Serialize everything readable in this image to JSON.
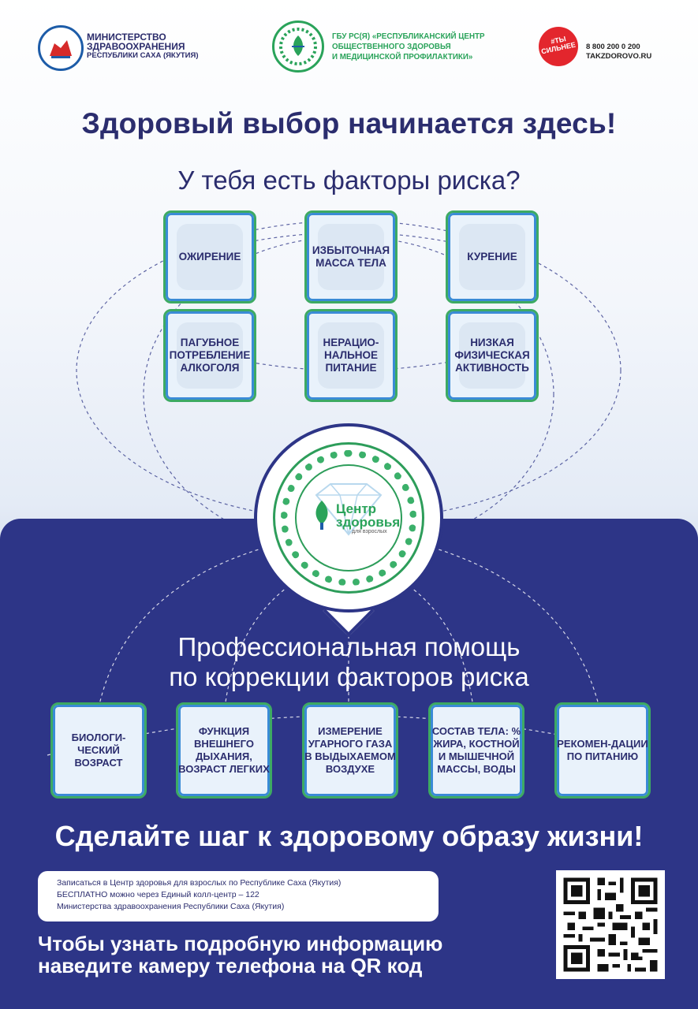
{
  "header": {
    "ministry_line1": "МИНИСТЕРСТВО",
    "ministry_line2": "ЗДРАВООХРАНЕНИЯ",
    "ministry_line3": "РЕСПУБЛИКИ САХА (ЯКУТИЯ)",
    "center_line1": "ГБУ РС(Я) «РЕСПУБЛИКАНСКИЙ ЦЕНТР",
    "center_line2": "ОБЩЕСТВЕННОГО ЗДОРОВЬЯ",
    "center_line3": "И МЕДИЦИНСКОЙ ПРОФИЛАКТИКИ»",
    "badge_line1": "#ТЫ",
    "badge_line2": "СИЛЬНЕЕ",
    "phone": "8 800 200 0 200",
    "site": "TAKZDOROVO.RU"
  },
  "title": "Здоровый выбор начинается здесь!",
  "subtitle": "У тебя есть факторы риска?",
  "risk_factors": [
    "ОЖИРЕНИЕ",
    "ИЗБЫТОЧНАЯ МАССА ТЕЛА",
    "КУРЕНИЕ",
    "ПАГУБНОЕ ПОТРЕБЛЕНИЕ АЛКОГОЛЯ",
    "НЕРАЦИО-НАЛЬНОЕ ПИТАНИЕ",
    "НИЗКАЯ ФИЗИЧЕСКАЯ АКТИВНОСТЬ"
  ],
  "center_logo": {
    "line1": "Центр",
    "line2": "здоровья",
    "line3": "для взрослых"
  },
  "pro_title_line1": "Профессиональная помощь",
  "pro_title_line2": "по коррекции факторов риска",
  "services": [
    "БИОЛОГИ-ЧЕСКИЙ ВОЗРАСТ",
    "ФУНКЦИЯ ВНЕШНЕГО ДЫХАНИЯ, ВОЗРАСТ ЛЕГКИХ",
    "ИЗМЕРЕНИЕ УГАРНОГО ГАЗА В ВЫДЫХАЕМОМ ВОЗДУХЕ",
    "СОСТАВ ТЕЛА: % ЖИРА, КОСТНОЙ И МЫШЕЧНОЙ МАССЫ, ВОДЫ",
    "РЕКОМЕН-ДАЦИИ ПО ПИТАНИЮ"
  ],
  "cta": "Сделайте шаг к здоровому образу жизни!",
  "info": {
    "line1": "Записаться в Центр здоровья для взрослых по Республике Саха (Якутия)",
    "line2": "БЕСПЛАТНО можно через Единый колл-центр – 122",
    "line3": "Министерства здравоохранения Республики Саха (Якутия)"
  },
  "bottom_line1": "Чтобы узнать подробную информацию",
  "bottom_line2": "наведите камеру телефона на QR код",
  "colors": {
    "navy": "#2d3587",
    "green": "#3daa63",
    "blue": "#3a8bd6",
    "badge_red": "#e3262d"
  }
}
